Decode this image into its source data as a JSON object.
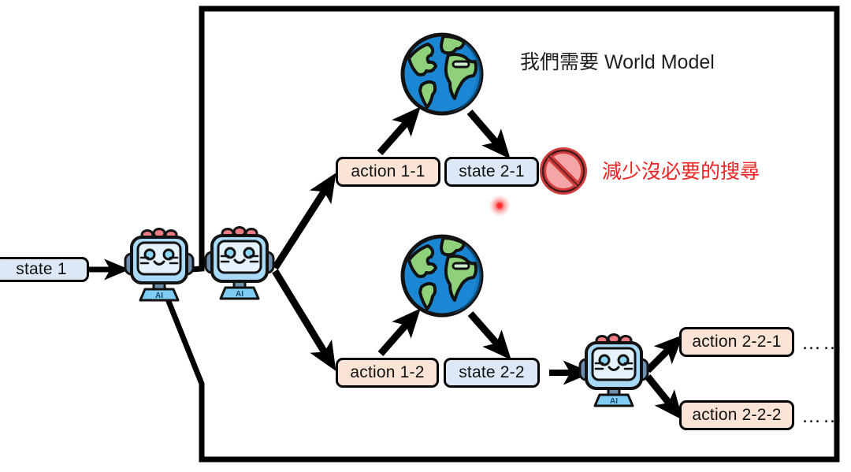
{
  "diagram": {
    "title_note": "我們需要 World Model",
    "prune_note": "減少沒必要的搜尋",
    "ellipsis": "……",
    "colors": {
      "state_fill": "#dde8f6",
      "action_fill": "#fbe3d5",
      "outline": "#000000",
      "note_red": "#ef2222",
      "title_gray": "#1f1f1f",
      "globe_land": "#8fd07a",
      "globe_ocean": "#1b86d4",
      "robot_body": "#bfe3fa",
      "robot_screen": "#e4f3fd"
    }
  },
  "nodes": {
    "state_1": "state 1",
    "action_1_1": "action 1-1",
    "state_2_1": "state 2-1",
    "action_1_2": "action 1-2",
    "state_2_2": "state 2-2",
    "action_2_2_1": "action 2-2-1",
    "action_2_2_2": "action 2-2-2"
  },
  "icons": {
    "agent_root": "robot-icon",
    "agent_branch": "robot-icon",
    "agent_leaf": "robot-icon",
    "world_model_top": "globe-icon",
    "world_model_bottom": "globe-icon",
    "pruned": "no-entry-icon",
    "pointer": "laser-pointer-dot"
  }
}
